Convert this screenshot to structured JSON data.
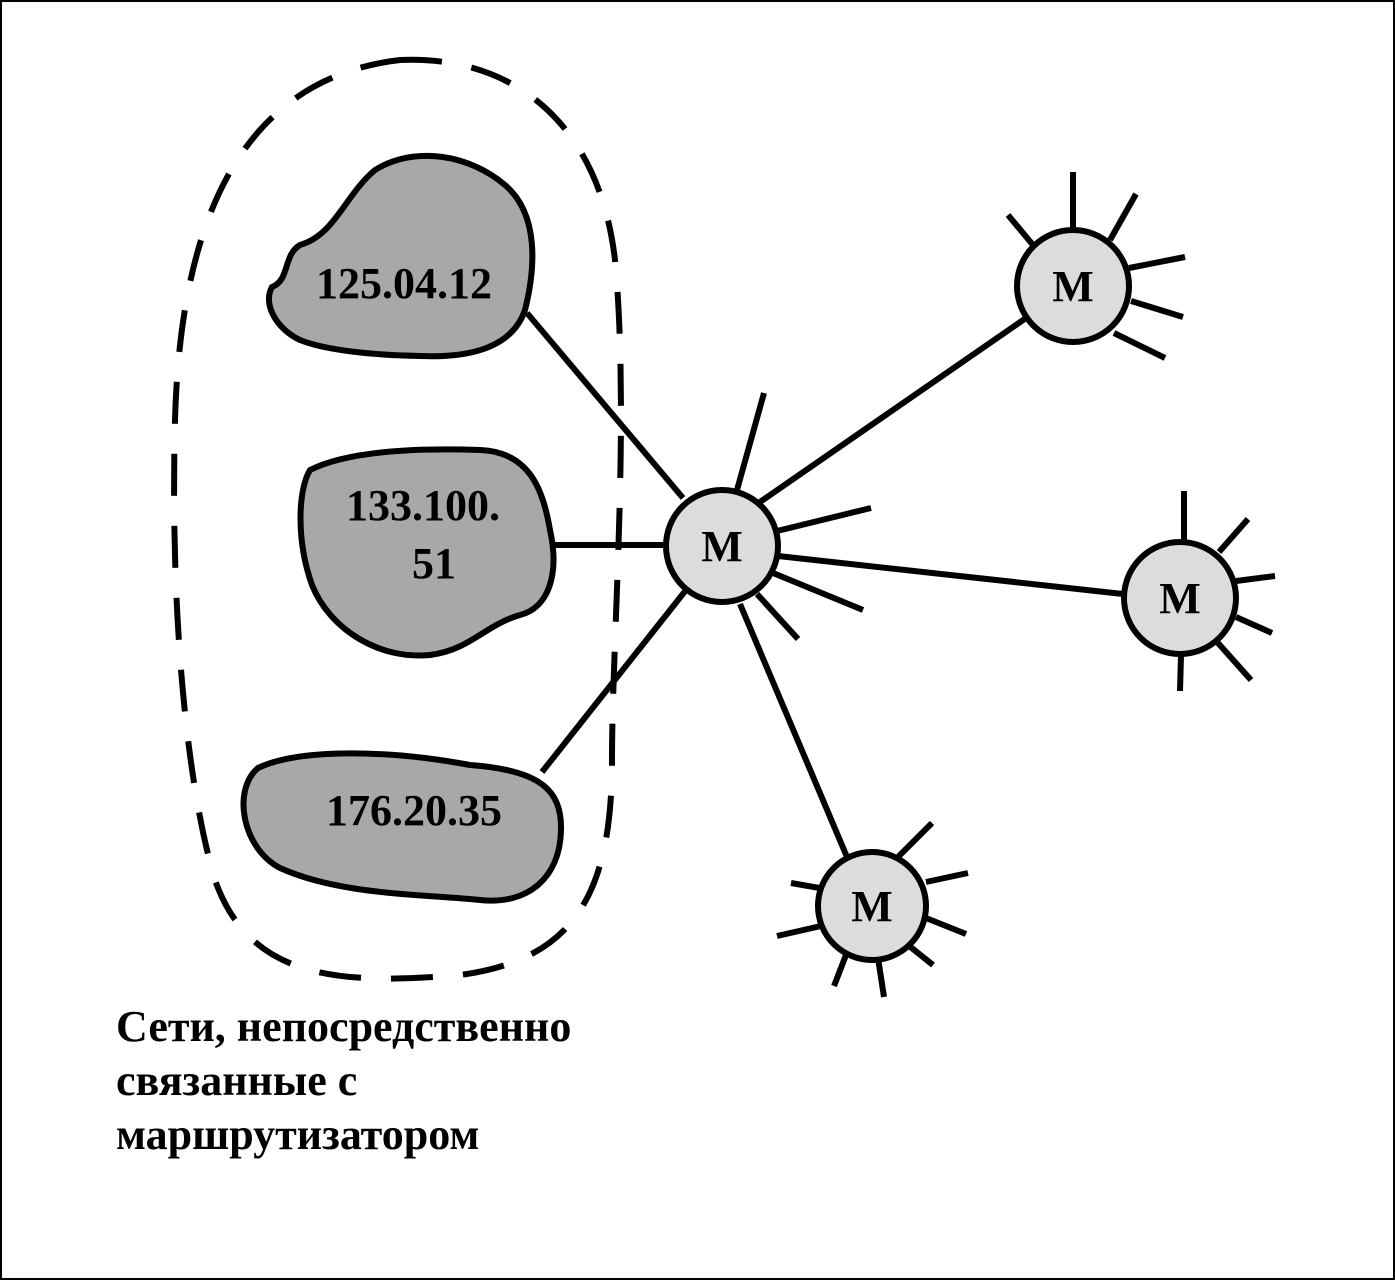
{
  "networks": [
    {
      "id": "net-1",
      "lines": [
        "125.04.12"
      ]
    },
    {
      "id": "net-2",
      "lines": [
        "133.100.",
        "51"
      ]
    },
    {
      "id": "net-3",
      "lines": [
        "176.20.35"
      ]
    }
  ],
  "routers": {
    "central": {
      "label": "M"
    },
    "remote": [
      {
        "label": "M"
      },
      {
        "label": "M"
      },
      {
        "label": "M"
      }
    ]
  },
  "caption": {
    "lines": [
      "Сети, непосредственно",
      "связанные с",
      "маршрутизатором"
    ]
  },
  "colors": {
    "network_fill": "#a8a8a8",
    "router_fill": "#dcdcdc",
    "stroke": "#000000",
    "background": "#ffffff"
  }
}
